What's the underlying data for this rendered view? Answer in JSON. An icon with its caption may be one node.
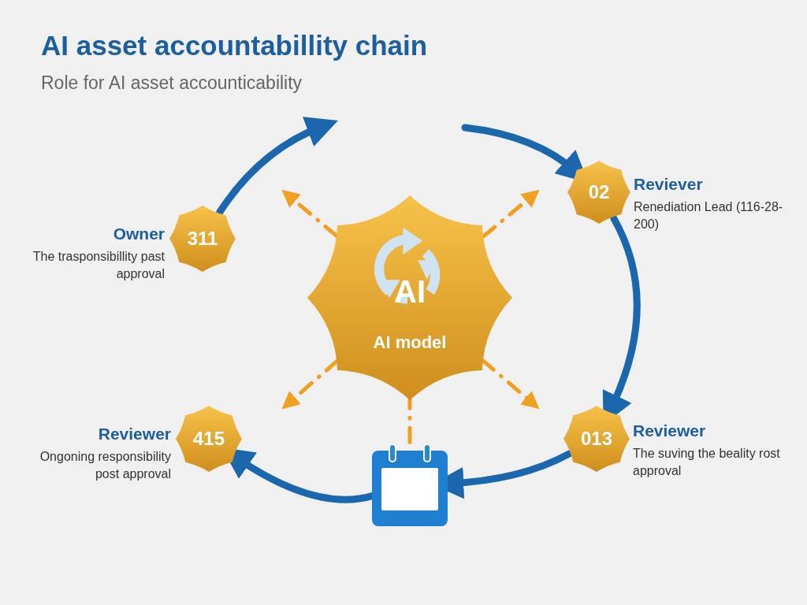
{
  "diagram": {
    "title": "AI asset accountabillity chain",
    "caption": "Role for AI asset accounticability",
    "nodes": [
      {
        "text": [
          "AI",
          "AI model"
        ]
      },
      {
        "text": [
          "311"
        ],
        "beside": [
          "Owner",
          "The trasponsibillity past approval"
        ]
      },
      {
        "text": [
          "02"
        ],
        "beside": [
          "Reviever",
          "Renediation Lead (116-28-200)"
        ]
      },
      {
        "text": [
          "013"
        ],
        "beside": [
          "Reviewer",
          "The suving the beality rost approval"
        ]
      },
      {
        "text": [
          "415"
        ],
        "beside": [
          "Reviewer",
          "Ongoning responsibility post approval"
        ]
      },
      {
        "text": [],
        "shape": "calendar"
      }
    ],
    "edges": [
      {
        "from": 1,
        "to": null,
        "arrow": "to",
        "style": "thick"
      },
      {
        "from": null,
        "to": 2,
        "arrow": "to",
        "style": "thick"
      },
      {
        "from": 2,
        "to": 3,
        "arrow": "to",
        "style": "thick"
      },
      {
        "from": 3,
        "to": 5,
        "arrow": "to",
        "style": "thick"
      },
      {
        "from": 5,
        "to": 4,
        "arrow": "to",
        "style": "thick"
      },
      {
        "from": 0,
        "to": null,
        "arrow": "to",
        "style": "dashed",
        "color": "#f0a020"
      },
      {
        "from": 0,
        "to": null,
        "arrow": "to",
        "style": "dashed",
        "color": "#f0a020"
      },
      {
        "from": 0,
        "to": null,
        "arrow": "to",
        "style": "dashed",
        "color": "#f0a020"
      },
      {
        "from": 0,
        "to": null,
        "arrow": "to",
        "style": "dashed",
        "color": "#f0a020"
      },
      {
        "from": 0,
        "to": 5,
        "arrow": "none",
        "style": "dashed",
        "color": "#f0a020"
      }
    ]
  }
}
